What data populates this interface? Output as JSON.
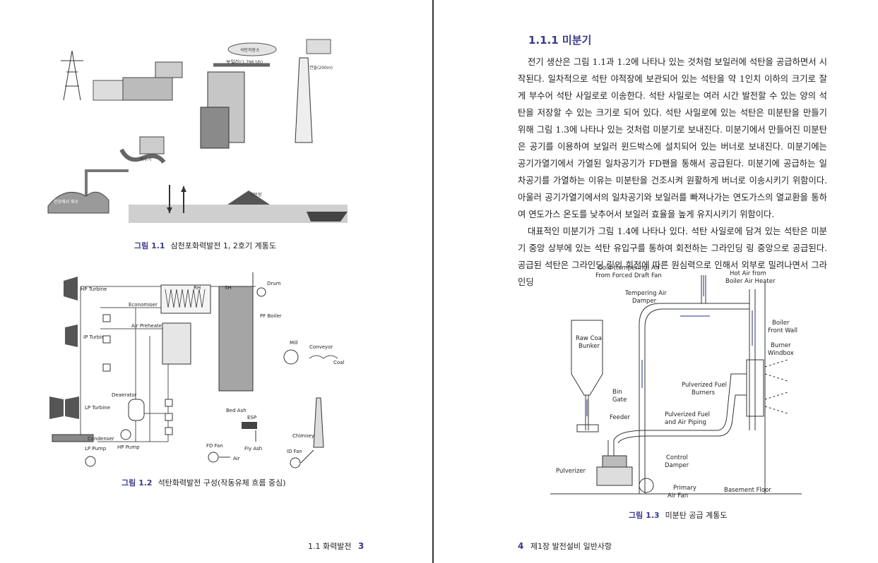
{
  "left_page": {
    "figure1": {
      "caption_number": "그림 1.1",
      "caption_text": "삼천포화력발전 1, 2호기 계통도",
      "labels": {
        "boiler": "보일러",
        "boiler_rate": "(1,796 t/h)",
        "pond": "저탄장",
        "hangang_intake": "한강에서 취수",
        "condenser": "복수기",
        "stack": "연돌(200m)",
        "coal_yard": "석탄저장소"
      }
    },
    "figure2": {
      "caption_number": "그림 1.2",
      "caption_text": "석탄화력발전 구성(작동유체 흐름 중심)",
      "labels": {
        "hp_turbine": "HP Turbine",
        "ip_turbine": "IP Turbine",
        "lp_turbine": "LP Turbine",
        "economiser": "Economiser",
        "air_preheater": "Air Preheater",
        "rh": "RH",
        "sh": "SH",
        "drum": "Drum",
        "pf_boiler": "PF Boiler",
        "mill": "Mill",
        "conveyor": "Conveyor",
        "coal": "Coal",
        "deaerator": "Deaerator",
        "bed_ash": "Bed Ash",
        "esp": "ESP",
        "chimney": "Chimney",
        "condenser": "Condenser",
        "lp_pump": "LP Pump",
        "hp_pump": "HP Pump",
        "fd_fan": "FD Fan",
        "fly_ash": "Fly Ash",
        "id_fan": "ID Fan",
        "air": "Air"
      }
    },
    "footer": {
      "text": "1.1 화력발전",
      "page": "3"
    }
  },
  "right_page": {
    "section_title": "1.1.1  미분기",
    "paragraphs": [
      "전기 생산은 그림 1.1과 1.2에 나타나 있는 것처럼 보일러에 석탄을 공급하면서 시작된다. 일차적으로 석탄 야적장에 보관되어 있는 석탄을 약 1인치 이하의 크기로 잘게 부수어 석탄 사일로로 이송한다. 석탄 사일로는 여러 시간 발전할 수 있는 양의 석탄을 저장할 수 있는 크기로 되어 있다. 석탄 사일로에 있는 석탄은 미분탄을 만들기 위해 그림 1.3에 나타나 있는 것처럼 미분기로 보내진다. 미분기에서 만들어진 미분탄은 공기를 이용하여 보일러 윈드박스에 설치되어 있는 버너로 보내진다. 미분기에는 공기가열기에서 가열된 일차공기가 FD팬을 통해서 공급된다. 미분기에 공급하는 일차공기를 가열하는 이유는 미분탄을 건조시켜 원활하게 버너로 이송시키기 위함이다. 아울러 공기가열기에서의 일차공기와 보일러를 빠져나가는 연도가스의 열교환을 통하여 연도가스 온도를 낮추어서 보일러 효율을 높게 유지시키기 위함이다.",
      "대표적인 미분기가 그림 1.4에 나타나 있다. 석탄 사일로에 담겨 있는 석탄은 미분기 중앙 상부에 있는 석탄 유입구를 통하여 회전하는 그라인딩 링 중앙으로 공급된다. 공급된 석탄은 그라인딩 링의 회전에 따른 원심력으로 인해서 외부로 밀려나면서 그라인딩"
    ],
    "figure3": {
      "caption_number": "그림 1.3",
      "caption_text": "미분탄 공급 계통도",
      "labels": {
        "cold_air_1": "Cold (tempering) Air",
        "cold_air_2": "From Forced Draft Fan",
        "hot_air_1": "Hot Air from",
        "hot_air_2": "Boiler Air Heater",
        "tempering_1": "Tempering Air",
        "tempering_2": "Damper",
        "boiler_wall_1": "Boiler",
        "boiler_wall_2": "Front Wall",
        "bunker_1": "Raw Coal",
        "bunker_2": "Bunker",
        "windbox_1": "Burner",
        "windbox_2": "Windbox",
        "burners_1": "Pulverized Fuel",
        "burners_2": "Burners",
        "bin_gate_1": "Bin",
        "bin_gate_2": "Gate",
        "piping_1": "Pulverized Fuel",
        "piping_2": "and Air Piping",
        "feeder": "Feeder",
        "control_1": "Control",
        "control_2": "Damper",
        "pulverizer": "Pulverizer",
        "primary_1": "Primary",
        "primary_2": "Air Fan",
        "basement": "Basement Floor"
      }
    },
    "footer": {
      "page": "4",
      "text": "제1장  발전설비 일반사항"
    }
  }
}
